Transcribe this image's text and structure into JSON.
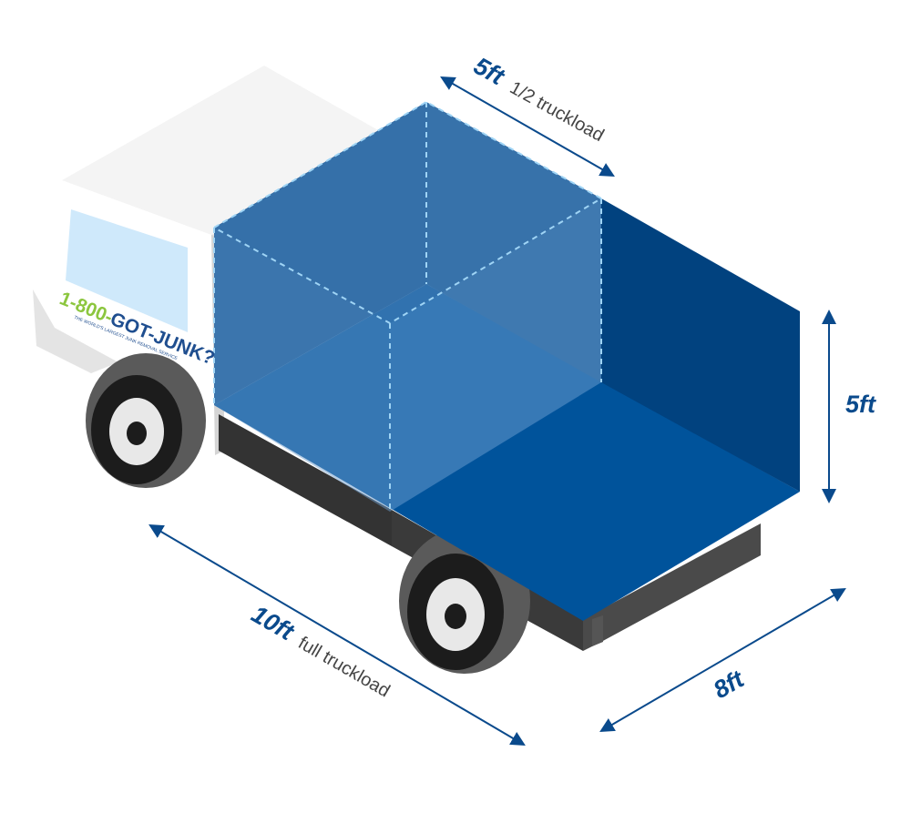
{
  "logo": {
    "part1": "1-800-",
    "part2": "GOT-JUNK?",
    "tagline": "THE WORLD'S LARGEST JUNK REMOVAL SERVICE"
  },
  "dimensions": {
    "half_depth": {
      "value": "5ft",
      "label": "1/2 truckload"
    },
    "full_length": {
      "value": "10ft",
      "label": "full truckload"
    },
    "width": {
      "value": "8ft"
    },
    "height": {
      "value": "5ft"
    }
  },
  "colors": {
    "accent_blue": "#0a4a8c",
    "bed_floor": "#00539b",
    "bed_wall": "#01427f",
    "half_box": "#5a8cc0",
    "logo_green": "#8cc63f",
    "logo_blue": "#1f4e8f"
  }
}
